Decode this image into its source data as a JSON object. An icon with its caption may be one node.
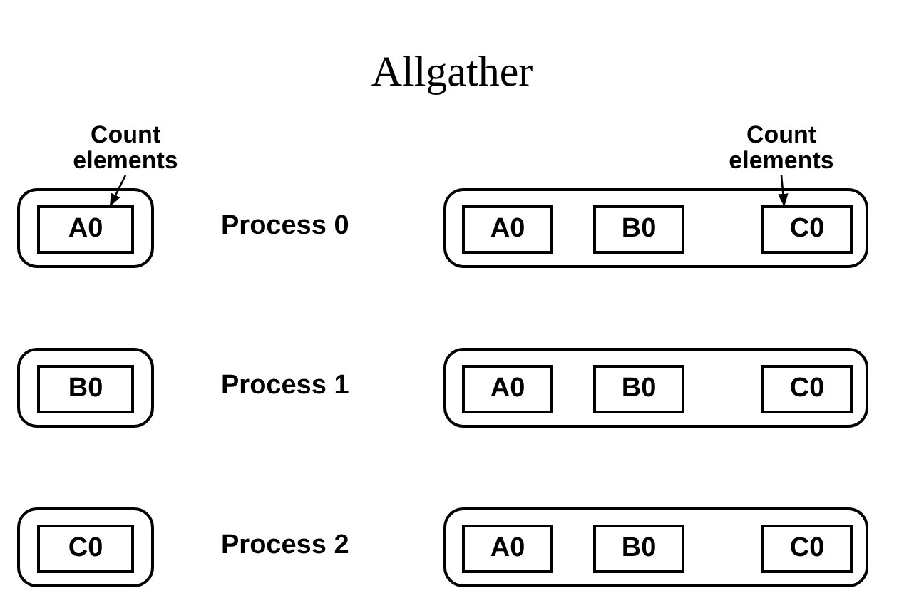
{
  "diagram": {
    "title": "Allgather",
    "nodes": [
      {
        "text": [
          "Count elements"
        ]
      },
      {
        "text": [
          "Count elements"
        ]
      },
      {
        "text": [],
        "shape": "box"
      },
      {
        "text": [
          "A0"
        ],
        "in": 2
      },
      {
        "text": [],
        "shape": "box"
      },
      {
        "text": [
          "A0"
        ],
        "in": 4
      },
      {
        "text": [
          "B0"
        ],
        "in": 4
      },
      {
        "text": [
          "C0"
        ],
        "in": 4
      },
      {
        "text": [],
        "shape": "box"
      },
      {
        "text": [
          "B0"
        ],
        "in": 8
      },
      {
        "text": [],
        "shape": "box"
      },
      {
        "text": [
          "A0"
        ],
        "in": 10
      },
      {
        "text": [
          "B0"
        ],
        "in": 10
      },
      {
        "text": [
          "C0"
        ],
        "in": 10
      },
      {
        "text": [],
        "shape": "box"
      },
      {
        "text": [
          "C0"
        ],
        "in": 14
      },
      {
        "text": [],
        "shape": "box"
      },
      {
        "text": [
          "A0"
        ],
        "in": 16
      },
      {
        "text": [
          "B0"
        ],
        "in": 16
      },
      {
        "text": [
          "C0"
        ],
        "in": 16
      }
    ],
    "edges": [
      {
        "from": 0,
        "to": 3,
        "arrow": "to"
      },
      {
        "from": 1,
        "to": 7,
        "arrow": "to"
      }
    ],
    "labels": [
      "Process 0",
      "Process 1",
      "Process 2"
    ]
  }
}
